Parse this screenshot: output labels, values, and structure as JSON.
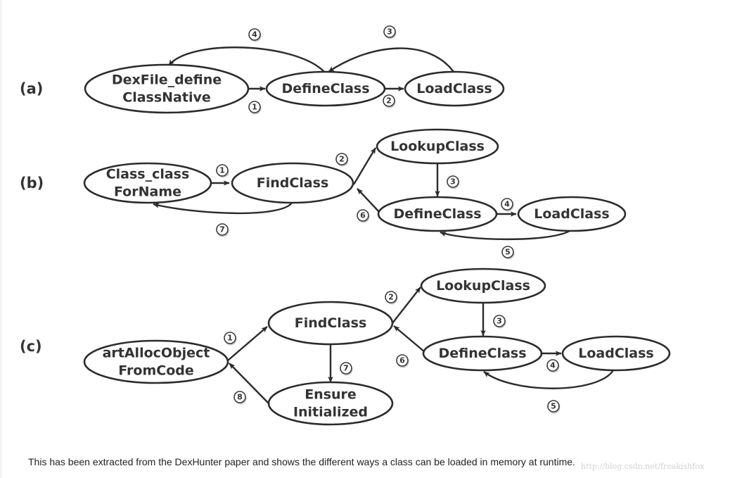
{
  "diagram": {
    "panels": [
      {
        "id": "a",
        "label": "(a)",
        "nodes": [
          {
            "id": "a-dexfile",
            "lines": [
              "DexFile_define",
              "ClassNative"
            ]
          },
          {
            "id": "a-define",
            "lines": [
              "DefineClass"
            ]
          },
          {
            "id": "a-load",
            "lines": [
              "LoadClass"
            ]
          }
        ],
        "edges": [
          {
            "from": "a-dexfile",
            "to": "a-define",
            "step": "①"
          },
          {
            "from": "a-define",
            "to": "a-load",
            "step": "②"
          },
          {
            "from": "a-load",
            "to": "a-define",
            "step": "③"
          },
          {
            "from": "a-define",
            "to": "a-dexfile",
            "step": "④"
          }
        ]
      },
      {
        "id": "b",
        "label": "(b)",
        "nodes": [
          {
            "id": "b-forname",
            "lines": [
              "Class_class",
              "ForName"
            ]
          },
          {
            "id": "b-find",
            "lines": [
              "FindClass"
            ]
          },
          {
            "id": "b-lookup",
            "lines": [
              "LookupClass"
            ]
          },
          {
            "id": "b-define",
            "lines": [
              "DefineClass"
            ]
          },
          {
            "id": "b-load",
            "lines": [
              "LoadClass"
            ]
          }
        ],
        "edges": [
          {
            "from": "b-forname",
            "to": "b-find",
            "step": "①"
          },
          {
            "from": "b-find",
            "to": "b-lookup",
            "step": "②"
          },
          {
            "from": "b-lookup",
            "to": "b-define",
            "step": "③"
          },
          {
            "from": "b-define",
            "to": "b-load",
            "step": "④"
          },
          {
            "from": "b-load",
            "to": "b-define",
            "step": "⑤"
          },
          {
            "from": "b-define",
            "to": "b-find",
            "step": "⑥"
          },
          {
            "from": "b-find",
            "to": "b-forname",
            "step": "⑦"
          }
        ]
      },
      {
        "id": "c",
        "label": "(c)",
        "nodes": [
          {
            "id": "c-alloc",
            "lines": [
              "artAllocObject",
              "FromCode"
            ]
          },
          {
            "id": "c-find",
            "lines": [
              "FindClass"
            ]
          },
          {
            "id": "c-ensure",
            "lines": [
              "Ensure",
              "Initialized"
            ]
          },
          {
            "id": "c-lookup",
            "lines": [
              "LookupClass"
            ]
          },
          {
            "id": "c-define",
            "lines": [
              "DefineClass"
            ]
          },
          {
            "id": "c-load",
            "lines": [
              "LoadClass"
            ]
          }
        ],
        "edges": [
          {
            "from": "c-alloc",
            "to": "c-find",
            "step": "①"
          },
          {
            "from": "c-find",
            "to": "c-lookup",
            "step": "②"
          },
          {
            "from": "c-lookup",
            "to": "c-define",
            "step": "③"
          },
          {
            "from": "c-define",
            "to": "c-load",
            "step": "④"
          },
          {
            "from": "c-load",
            "to": "c-define",
            "step": "⑤"
          },
          {
            "from": "c-define",
            "to": "c-find",
            "step": "⑥"
          },
          {
            "from": "c-find",
            "to": "c-ensure",
            "step": "⑦"
          },
          {
            "from": "c-ensure",
            "to": "c-alloc",
            "step": "⑧"
          }
        ]
      }
    ]
  },
  "caption": "This has been extracted from the DexHunter paper and shows the different ways a class can be loaded in memory at runtime.",
  "watermark": "http://blog.csdn.net/freakishfox"
}
